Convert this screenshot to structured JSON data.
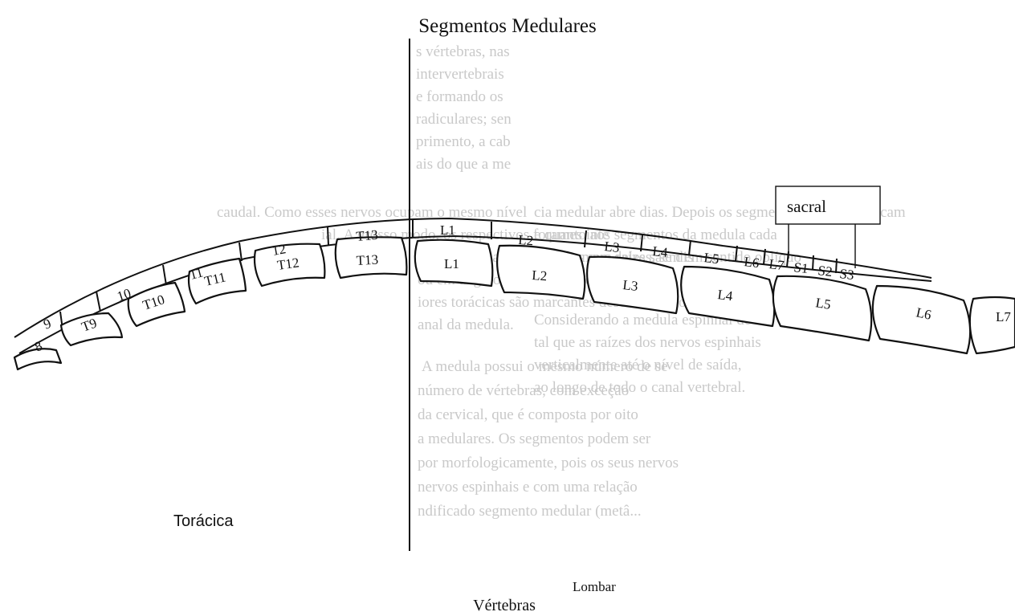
{
  "title": "Segmentos Medulares",
  "bottom_caption": "Vértebras",
  "region_labels": {
    "thoracic": "Torácica",
    "lumbar": "Lombar",
    "sacral": "sacral"
  },
  "segments": [
    "8",
    "9",
    "10",
    "11",
    "12",
    "T13",
    "L1",
    "L2",
    "L3",
    "L4",
    "L5",
    "L6",
    "L7",
    "S1",
    "S2",
    "S3"
  ],
  "vertebrae": [
    "T9",
    "T10",
    "T11",
    "T12",
    "T13",
    "L1",
    "L2",
    "L3",
    "L4",
    "L5",
    "L6",
    "L7"
  ],
  "background_text": [
    "s vértebras, nas",
    "intervertebrais",
    "e formando os",
    "radiculares; sen",
    "primento, a cab",
    "ais do que a me",
    "caudal. Como esses nervos ocupam o mesmo nível",
    "ial. A grosso modo, os respectivos forames inte",
    "membros, e as medulas formam raízes, se dis",
    "ou em ângulo mais agudo com a medula",
    "iores torácicas são marcantes desde a região",
    "anal da medula.",
    "A medula possui o mesmo número de se",
    "número de vértebras, com exceção",
    "da cervical, que é composta por oito",
    "a medulares. Os segmentos podem ser",
    "por morfologicamente, pois os seus nervos",
    "nervos espinhais e com uma relação",
    "ndificado segmento medular (metâ...",
    "cia medular abre dias. Depois os segmentos medulares ficam",
    "e quanto aos segmentos da medula cada",
    "s nervos que deles saem em sentido oblíquo",
    "Considerando a medula espinhal de",
    "tal que as raízes dos nervos espinhais",
    "verticalmente até o nível de saída,",
    "ao longo de todo o canal vertebral."
  ]
}
